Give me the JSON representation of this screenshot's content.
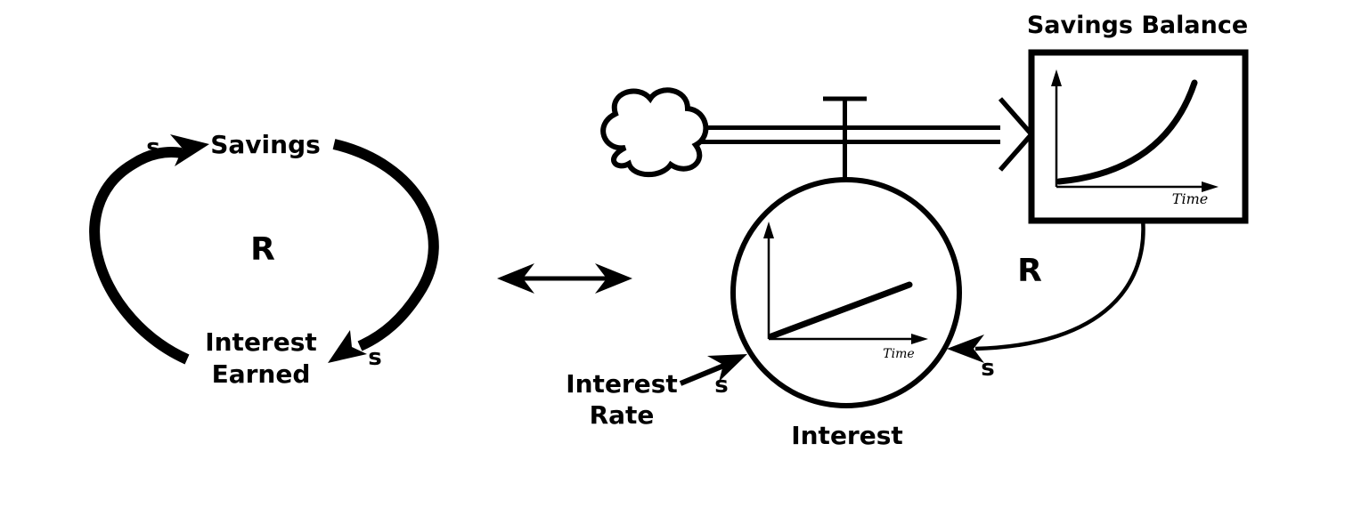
{
  "colors": {
    "ink": "#000000",
    "paper": "#ffffff"
  },
  "causal_loop_diagram": {
    "top_variable": "Savings",
    "bottom_variable_line1": "Interest",
    "bottom_variable_line2": "Earned",
    "loop_polarity": "R",
    "link_to_savings_polarity": "s",
    "link_to_interest_polarity": "s"
  },
  "stock_flow_diagram": {
    "stock_title": "Savings Balance",
    "stock_graph_time_label": "Time",
    "flow_graph_time_label": "Time",
    "flow_label": "Interest",
    "input_variable_line1": "Interest",
    "input_variable_line2": "Rate",
    "rate_link_polarity": "s",
    "feedback_link_polarity": "s",
    "loop_polarity": "R"
  }
}
